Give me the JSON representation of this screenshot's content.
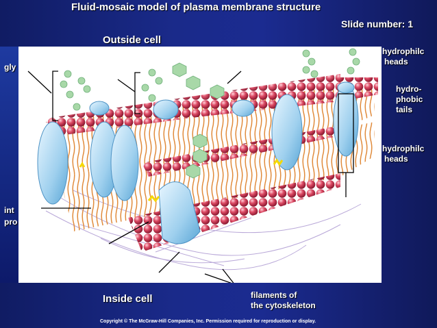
{
  "slide": {
    "title": "Fluid-mosaic model of plasma membrane structure",
    "slide_number": "Slide number: 1"
  },
  "labels": {
    "outside_cell": "Outside cell",
    "inside_cell": "Inside cell",
    "filaments": [
      "filaments of",
      "the cytoskeleton"
    ],
    "hydrophilic_heads_top": [
      "hydrophilc",
      "heads"
    ],
    "hydrophobic_tails": [
      "hydro-",
      "phobic",
      "tails"
    ],
    "hydrophilic_heads_bottom": [
      "hydrophilc",
      "heads"
    ],
    "glyco_fragment": "gly",
    "integral_protein_fragment": [
      "int",
      "pro"
    ]
  },
  "copyright": "Copyright © The McGraw-Hill Companies, Inc. Permission required for reproduction or display.",
  "colors": {
    "background": "#1a2a8a",
    "head": "#d33a55",
    "tail": "#e08a3a",
    "protein": "#a9d7f0",
    "sugar": "#a8d8a8"
  }
}
